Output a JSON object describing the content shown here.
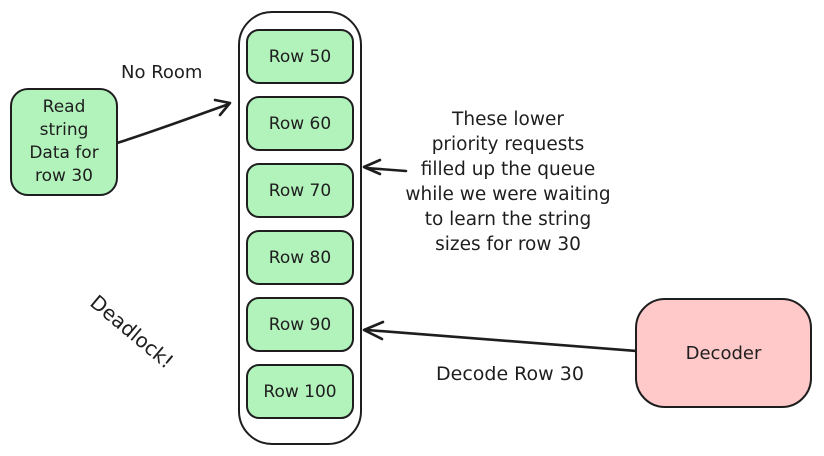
{
  "request_box": {
    "lines": [
      "Read",
      "string",
      "Data for",
      "row 30"
    ]
  },
  "labels": {
    "no_room": "No Room",
    "deadlock": "Deadlock!",
    "decode_row": "Decode Row 30"
  },
  "queue": {
    "rows": [
      "Row 50",
      "Row 60",
      "Row 70",
      "Row 80",
      "Row 90",
      "Row 100"
    ]
  },
  "annotation": {
    "lines": [
      "These lower",
      "priority requests",
      "filled up the queue",
      "while we were waiting",
      "to learn the string",
      "sizes for row 30"
    ]
  },
  "decoder": {
    "label": "Decoder"
  },
  "colors": {
    "queue_item_fill": "#b2f2bb",
    "request_box_fill": "#b2f2bb",
    "decoder_fill": "#ffc9c9",
    "stroke": "#1e1e1e",
    "background": "#ffffff"
  }
}
